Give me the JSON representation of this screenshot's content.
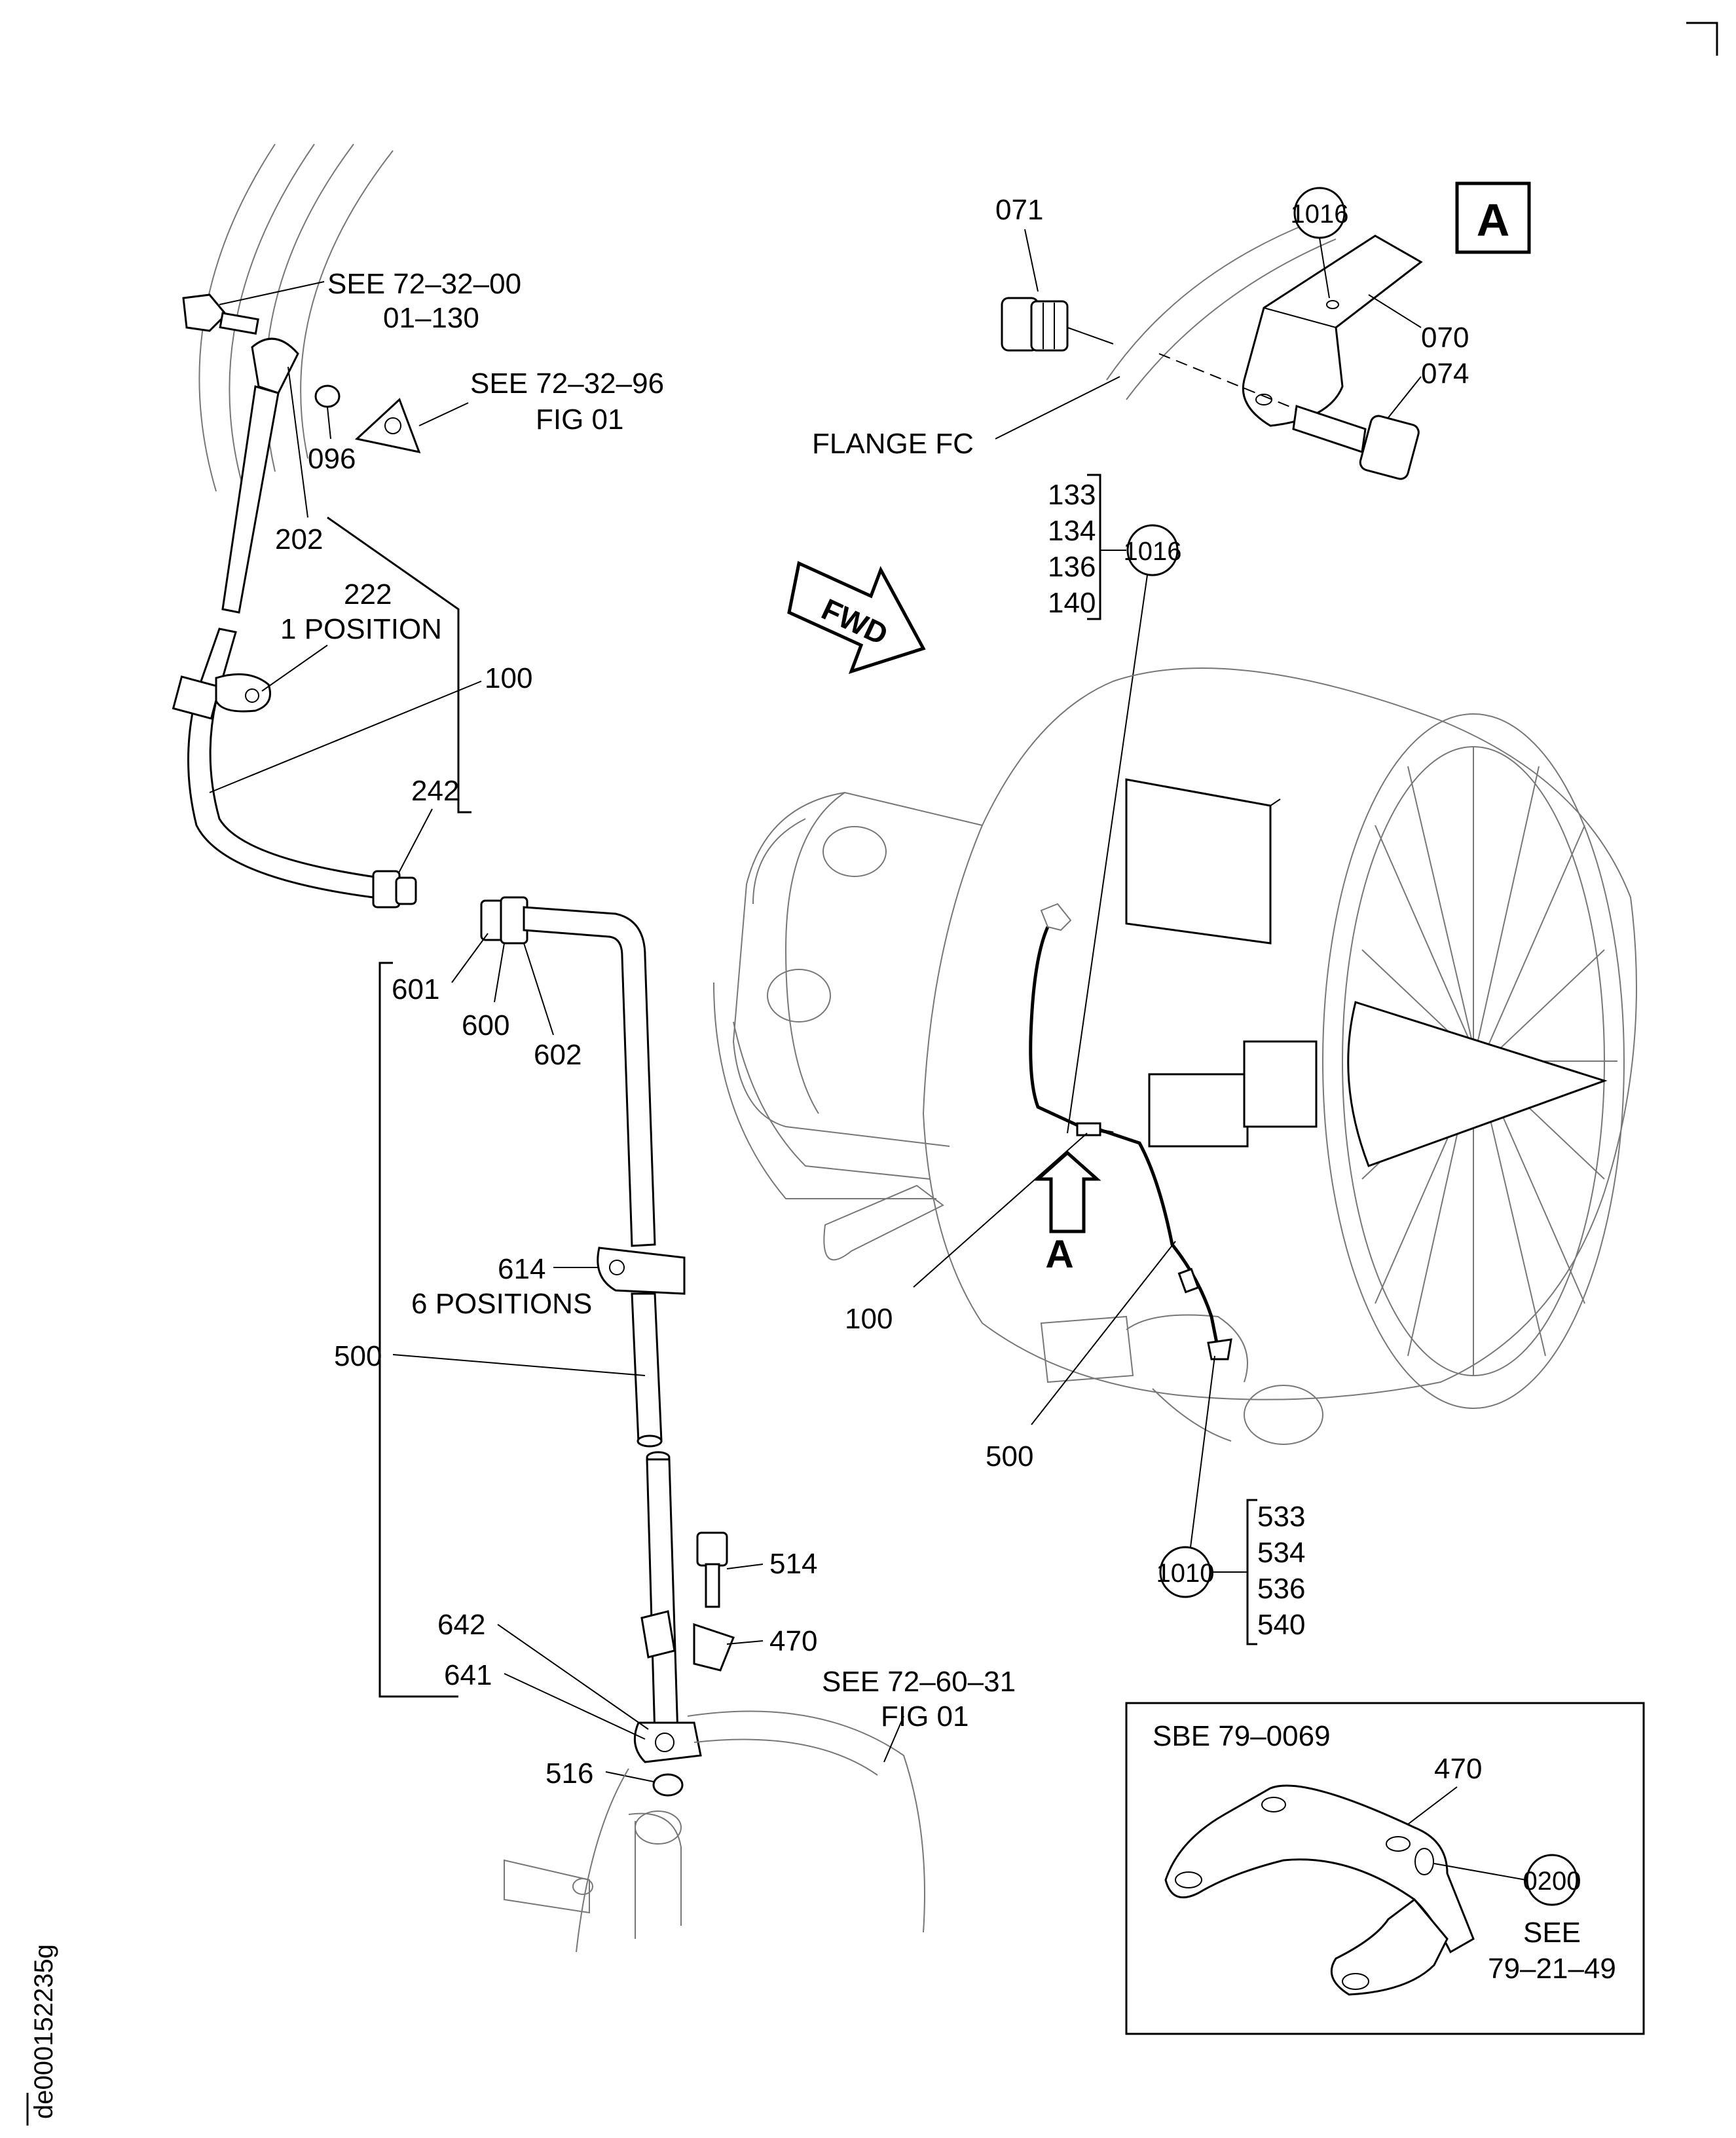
{
  "figure_id": "de000152235g",
  "view_marker": "A",
  "fwd_label": "FWD",
  "view_arrow_label": "A",
  "parts": {
    "p071": "071",
    "p070": "070",
    "p074": "074",
    "p096": "096",
    "p202": "202",
    "p222": "222",
    "p222_note": "1 POSITION",
    "p100_left": "100",
    "p242": "242",
    "p601": "601",
    "p600": "600",
    "p602": "602",
    "p614": "614",
    "p614_note": "6 POSITIONS",
    "p500_left": "500",
    "p514": "514",
    "p470": "470",
    "p642": "642",
    "p641": "641",
    "p516": "516",
    "p100_right": "100",
    "p500_right": "500",
    "flange": "FLANGE FC",
    "group1": [
      "133",
      "134",
      "136",
      "140"
    ],
    "group2": [
      "533",
      "534",
      "536",
      "540"
    ]
  },
  "references": {
    "ref1_line1": "SEE 72–32–00",
    "ref1_line2": "01–130",
    "ref2_line1": "SEE 72–32–96",
    "ref2_line2": "FIG 01",
    "ref3_line1": "SEE 72–60–31",
    "ref3_line2": "FIG 01"
  },
  "callouts": {
    "c1016_top": "1016",
    "c1016_mid": "1016",
    "c1010": "1010"
  },
  "inset": {
    "title": "SBE 79–0069",
    "part": "470",
    "callout": "0200",
    "see": "SEE",
    "see_ref": "79–21–49"
  }
}
